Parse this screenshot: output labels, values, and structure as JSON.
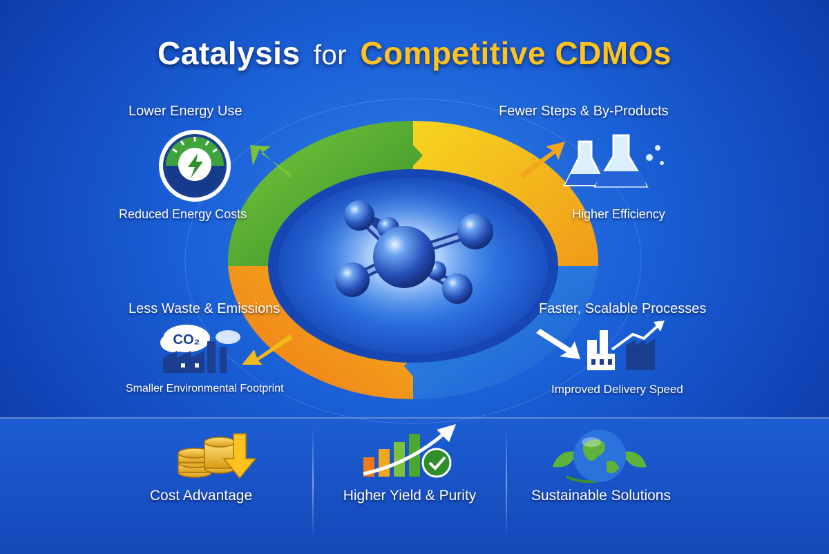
{
  "title": {
    "part1": "Catalysis",
    "part2": "for",
    "part3": "Competitive CDMOs"
  },
  "benefits": {
    "top_left": {
      "label": "Lower Energy Use",
      "sub": "Reduced Energy Costs",
      "icon": "energy-gauge-icon"
    },
    "top_right": {
      "label": "Fewer Steps & By-Products",
      "sub": "Higher Efficiency",
      "icon": "flasks-icon"
    },
    "bottom_left": {
      "label": "Less Waste & Emissions",
      "sub": "Smaller Environmental Footprint",
      "icon": "factory-co2-icon",
      "co2": "CO₂"
    },
    "bottom_right": {
      "label": "Faster, Scalable Processes",
      "sub": "Improved Delivery Speed",
      "icon": "factory-growth-icon"
    }
  },
  "bottom": [
    {
      "label": "Cost Advantage",
      "icon": "coins-down-icon"
    },
    {
      "label": "Higher Yield & Purity",
      "icon": "growth-chart-check-icon"
    },
    {
      "label": "Sustainable Solutions",
      "icon": "globe-leaves-icon"
    }
  ],
  "colors": {
    "green": "#4aa82e",
    "yellow": "#f2c81a",
    "orange": "#f08a1c",
    "blue_seg": "#2f86e8",
    "accent_title": "#ffc21f"
  }
}
